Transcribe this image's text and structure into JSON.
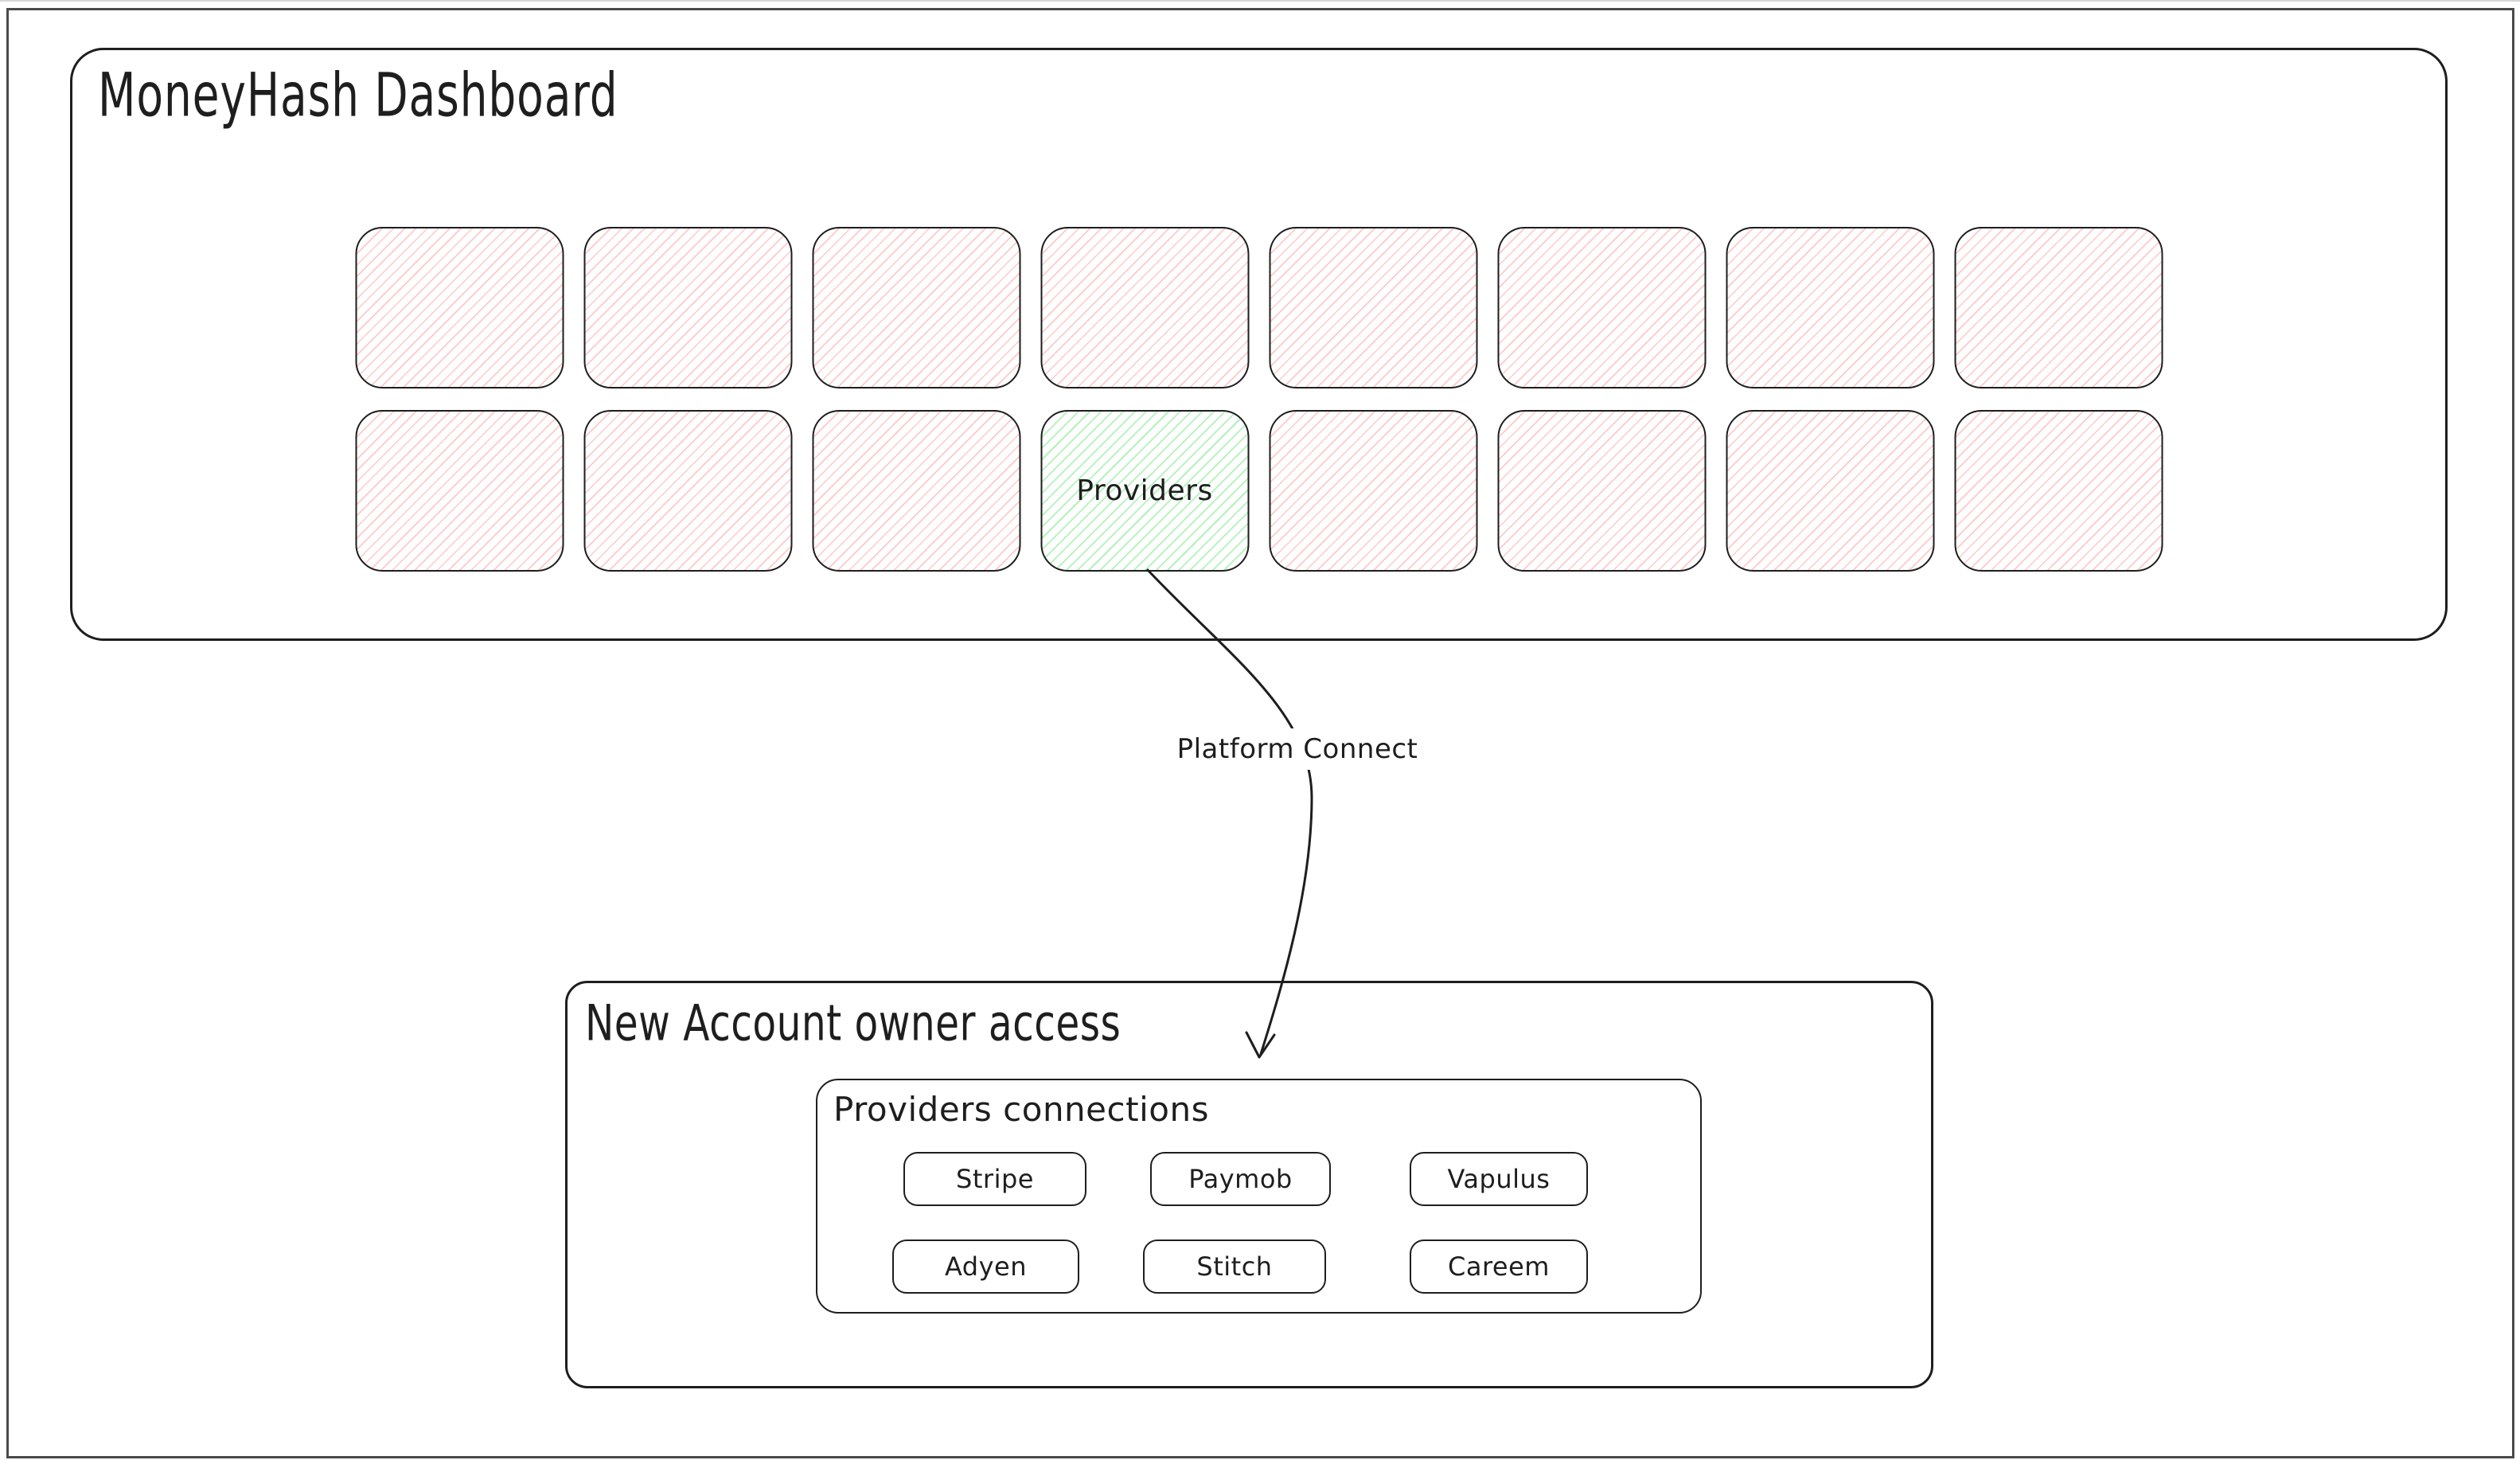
{
  "dashboard": {
    "title": "MoneyHash Dashboard",
    "grid": {
      "rows": 2,
      "cols": 8,
      "total_tiles": 16,
      "highlighted_tile": {
        "row": 2,
        "col": 4,
        "label": "Providers"
      }
    }
  },
  "arrow": {
    "label": "Platform Connect"
  },
  "account": {
    "title": "New Account owner access",
    "connections": {
      "title": "Providers connections",
      "providers": [
        "Stripe",
        "Paymob",
        "Vapulus",
        "Adyen",
        "Stitch",
        "Careem"
      ]
    }
  },
  "colors": {
    "stroke": "#1e1e1e",
    "red_hatch": "#ffc9c9",
    "green_hatch": "#b2f2bb",
    "frame": "#4a4a4a"
  }
}
